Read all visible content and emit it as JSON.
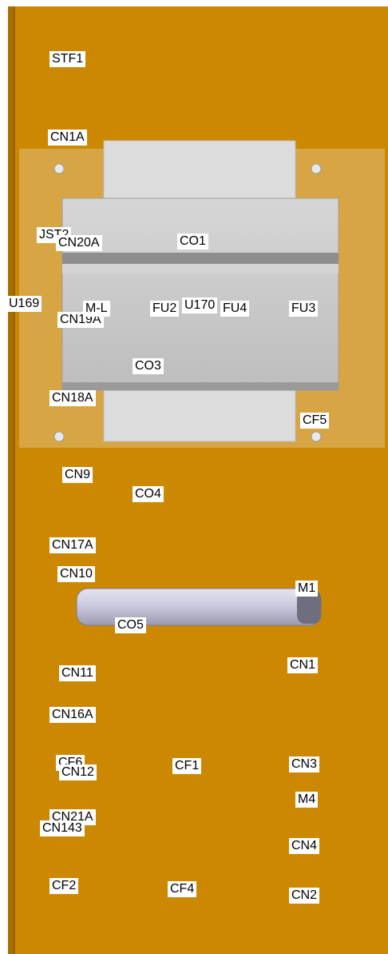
{
  "labels": [
    "STF1",
    "CN1A",
    "JST2",
    "CN20A",
    "CO1",
    "U169",
    "CN19A",
    "M-L",
    "FU2",
    "U170",
    "FU4",
    "FU3",
    "CO3",
    "CN18A",
    "CF5",
    "CN9",
    "CO4",
    "CN17A",
    "CN10",
    "M1",
    "CO5",
    "CN11",
    "CN1",
    "CN16A",
    "CF6",
    "CN12",
    "CF1",
    "CN3",
    "M4",
    "CN21A",
    "CN143",
    "CN4",
    "CF2",
    "CF4",
    "CN2"
  ]
}
